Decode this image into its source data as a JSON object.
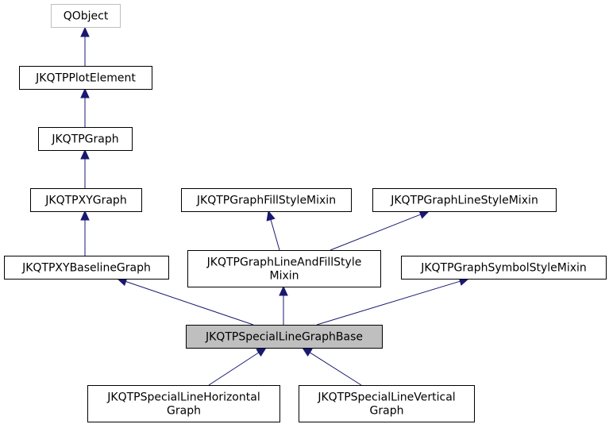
{
  "diagram": {
    "nodes": {
      "qobject": [
        "QObject"
      ],
      "plot_element": [
        "JKQTPPlotElement"
      ],
      "graph": [
        "JKQTPGraph"
      ],
      "xy_graph": [
        "JKQTPXYGraph"
      ],
      "fill_style_mixin": [
        "JKQTPGraphFillStyleMixin"
      ],
      "line_style_mixin": [
        "JKQTPGraphLineStyleMixin"
      ],
      "xy_baseline_graph": [
        "JKQTPXYBaselineGraph"
      ],
      "line_and_fill_style_mixin": [
        "JKQTPGraphLineAndFillStyle",
        "Mixin"
      ],
      "symbol_style_mixin": [
        "JKQTPGraphSymbolStyleMixin"
      ],
      "special_line_graph_base": [
        "JKQTPSpecialLineGraphBase"
      ],
      "special_line_horizontal_graph": [
        "JKQTPSpecialLineHorizontal",
        "Graph"
      ],
      "special_line_vertical_graph": [
        "JKQTPSpecialLineVertical",
        "Graph"
      ]
    },
    "edges": [
      {
        "from": "plot_element",
        "to": "qobject"
      },
      {
        "from": "graph",
        "to": "plot_element"
      },
      {
        "from": "xy_graph",
        "to": "graph"
      },
      {
        "from": "xy_baseline_graph",
        "to": "xy_graph"
      },
      {
        "from": "line_and_fill_style_mixin",
        "to": "fill_style_mixin"
      },
      {
        "from": "line_and_fill_style_mixin",
        "to": "line_style_mixin"
      },
      {
        "from": "special_line_graph_base",
        "to": "xy_baseline_graph"
      },
      {
        "from": "special_line_graph_base",
        "to": "line_and_fill_style_mixin"
      },
      {
        "from": "special_line_graph_base",
        "to": "symbol_style_mixin"
      },
      {
        "from": "special_line_horizontal_graph",
        "to": "special_line_graph_base"
      },
      {
        "from": "special_line_vertical_graph",
        "to": "special_line_graph_base"
      }
    ],
    "colors": {
      "edge": "#191970",
      "node_border": "#000000",
      "external_node_border": "#bfbfbf",
      "current_node_fill": "#bfbfbf",
      "background": "#ffffff"
    }
  }
}
